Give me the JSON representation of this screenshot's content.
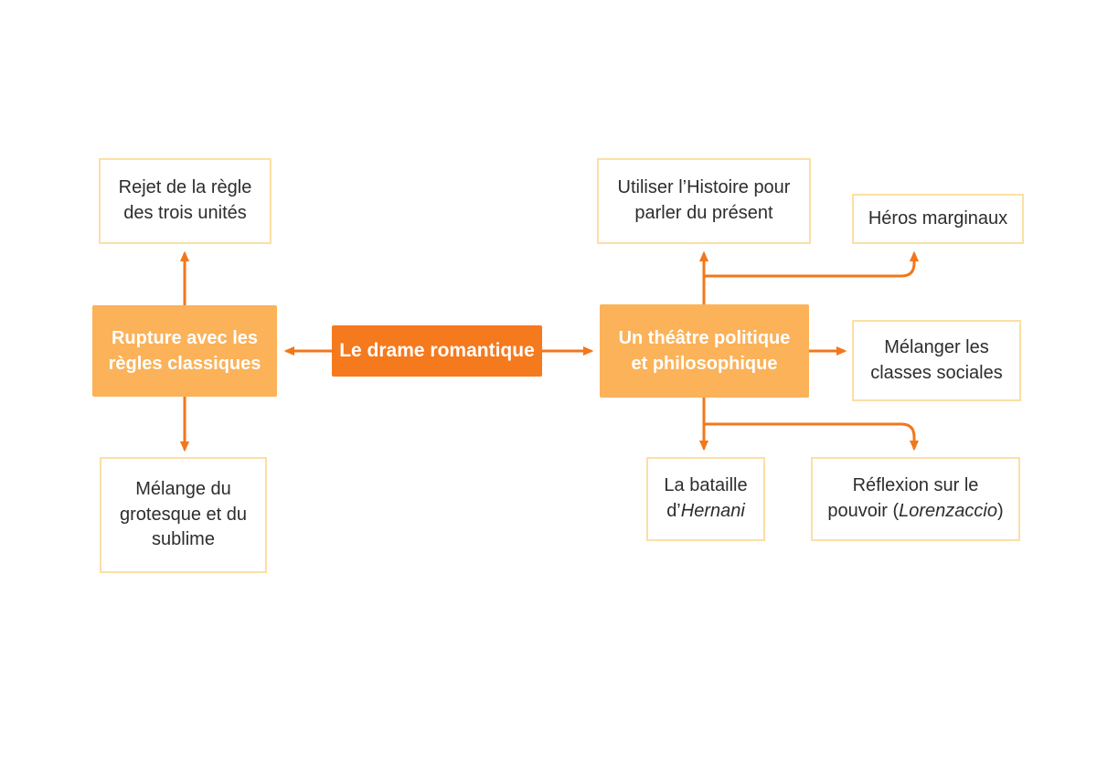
{
  "diagram": {
    "title": "Le drame romantique",
    "nodes": {
      "center": {
        "label": "Le drame romantique"
      },
      "rupture": {
        "lines": [
          "Rupture avec les",
          "règles classiques"
        ]
      },
      "rejet": {
        "lines": [
          "Rejet de la règle",
          "des trois unités"
        ]
      },
      "melange": {
        "lines": [
          "Mélange du",
          "grotesque et du",
          "sublime"
        ]
      },
      "theatre": {
        "lines": [
          "Un théâtre politique",
          "et philosophique"
        ]
      },
      "utiliser": {
        "lines": [
          "Utiliser l’Histoire pour",
          "parler du présent"
        ]
      },
      "heros": {
        "lines": [
          "Héros marginaux"
        ]
      },
      "melanger": {
        "lines": [
          "Mélanger les",
          "classes sociales"
        ]
      },
      "bataille": {
        "line1": "La bataille",
        "line2_prefix": "d’",
        "line2_italic": "Hernani"
      },
      "reflexion": {
        "line1": "Réflexion sur le",
        "line2_prefix": "pouvoir (",
        "line2_italic": "Lorenzaccio",
        "line2_suffix": ")"
      }
    }
  },
  "colors": {
    "primary_orange": "#F5791D",
    "secondary_orange": "#FBB259",
    "pale_border": "#FBDFA5",
    "arrow_orange": "#F2771B",
    "text_dark": "#2D2D2D",
    "text_light": "#FFFFFF",
    "background": "#FFFFFF"
  }
}
